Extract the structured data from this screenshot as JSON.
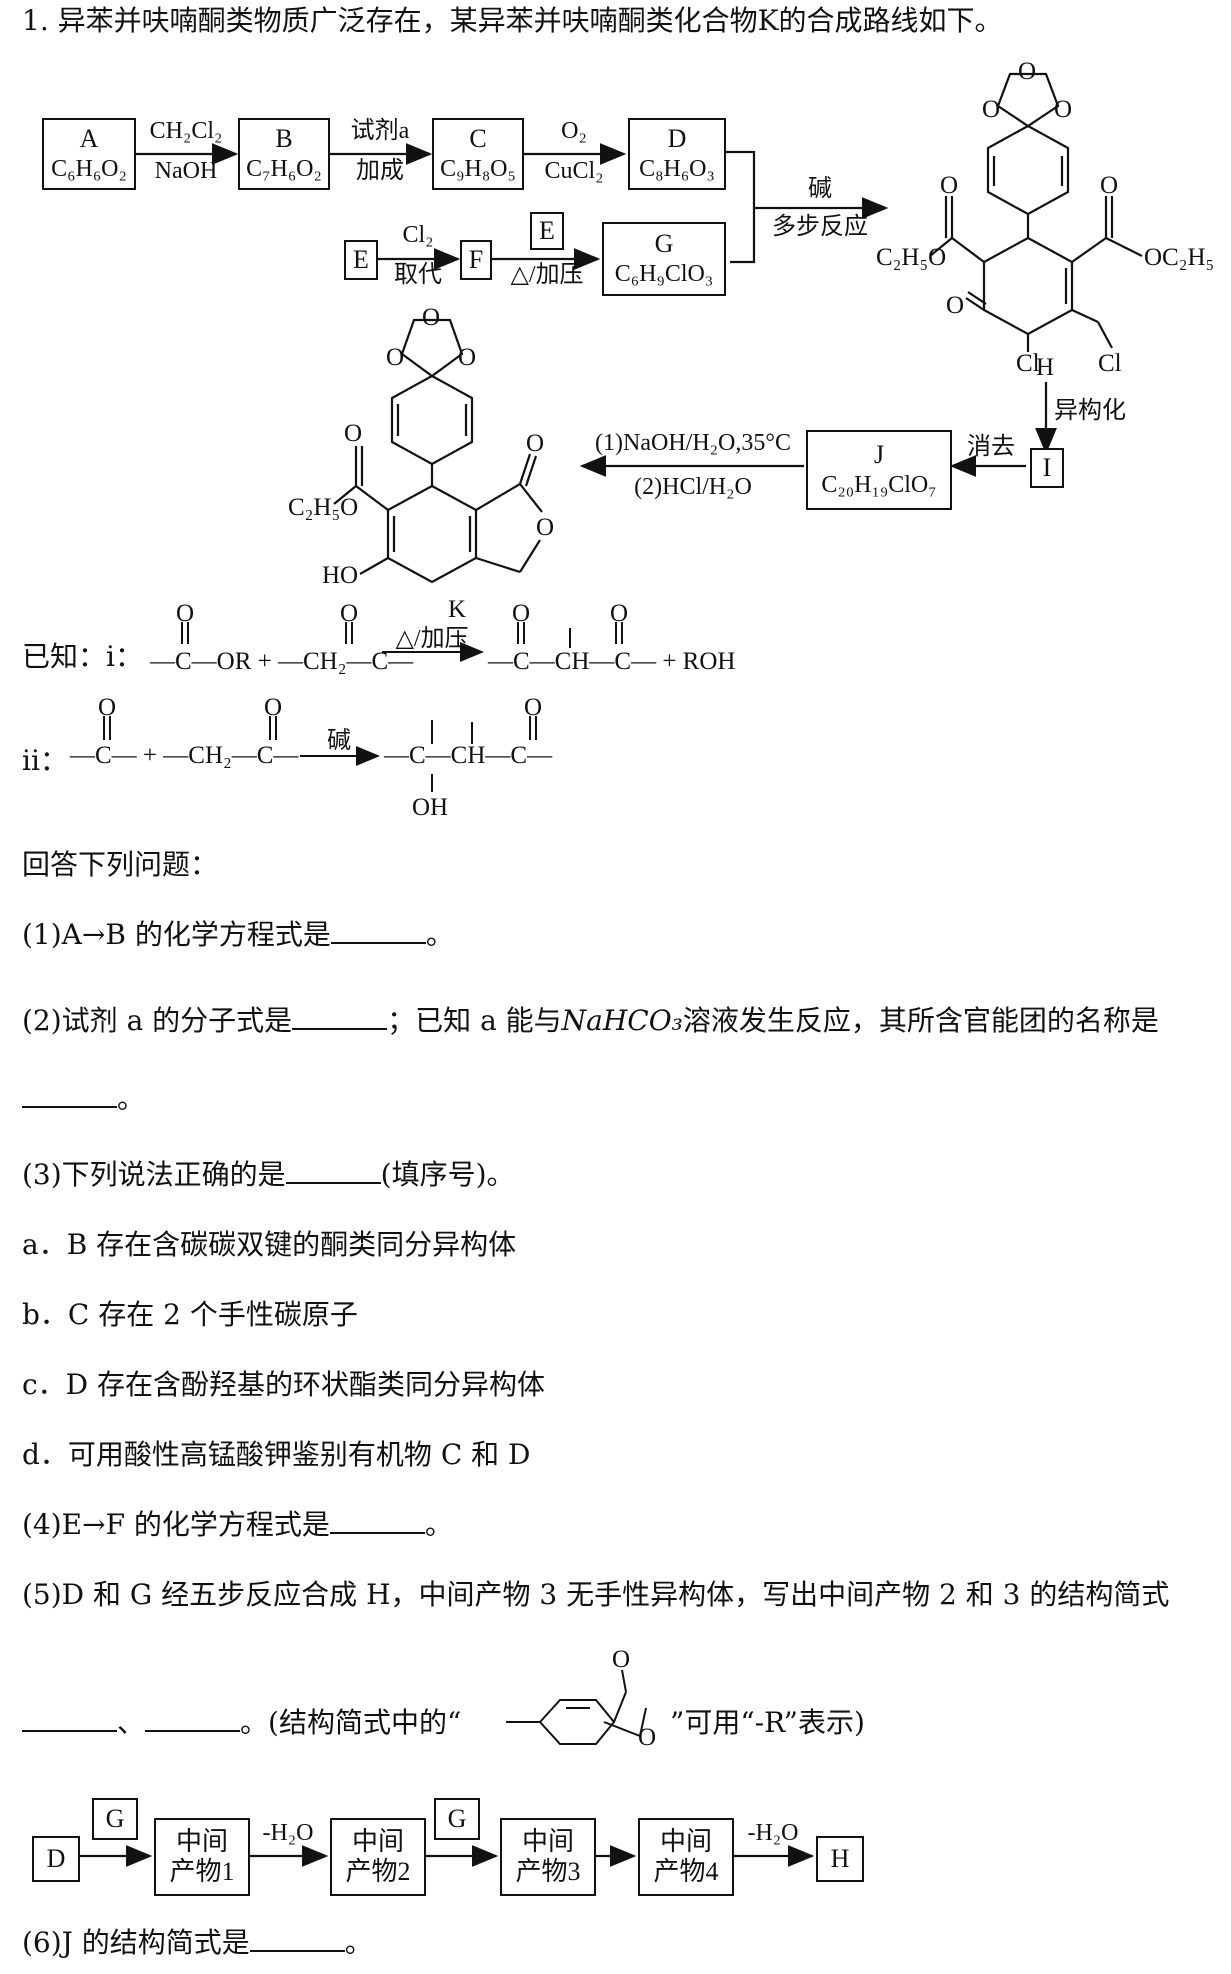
{
  "question": {
    "number": "1.",
    "intro": "异苯并呋喃酮类物质广泛存在，某异苯并呋喃酮类化合物K的合成路线如下。"
  },
  "route": {
    "A": {
      "name": "A",
      "formula": "C₆H₆O₂"
    },
    "B": {
      "name": "B",
      "formula": "C₇H₆O₂"
    },
    "C": {
      "name": "C",
      "formula": "C₉H₈O₅"
    },
    "D": {
      "name": "D",
      "formula": "C₈H₆O₃"
    },
    "E": {
      "name": "E"
    },
    "F": {
      "name": "F"
    },
    "E2": {
      "name": "E"
    },
    "G": {
      "name": "G",
      "formula": "C₆H₉ClO₃"
    },
    "I": {
      "name": "I"
    },
    "J": {
      "name": "J",
      "formula": "C₂₀H₁₉ClO₇"
    },
    "arrow_AB_top": "CH₂Cl₂",
    "arrow_AB_bottom": "NaOH",
    "arrow_BC_top": "试剂a",
    "arrow_BC_bottom": "加成",
    "arrow_CD_top": "O₂",
    "arrow_CD_bottom": "CuCl₂",
    "arrow_EF_top": "Cl₂",
    "arrow_EF_bottom": "取代",
    "arrow_FG_bottom": "△/加压",
    "arrow_H_top": "碱",
    "arrow_H_bottom": "多步反应",
    "arrow_HI": "异构化",
    "arrow_IJ": "消去",
    "arrow_JK_top": "(1)NaOH/H₂O,35°C",
    "arrow_JK_bottom": "(2)HCl/H₂O",
    "H_label": "H",
    "K_label": "K",
    "H_groups": {
      "left": "C₂H₅O",
      "right": "OC₂H₅",
      "cl1": "Cl",
      "cl2": "Cl",
      "o": "O",
      "o1": "O",
      "o2": "O",
      "ox1": "O",
      "ox2": "O"
    },
    "K_groups": {
      "left": "C₂H₅O",
      "ho": "HO",
      "o": "O",
      "ox1": "O",
      "ox2": "O",
      "o3": "O",
      "o4": "O"
    }
  },
  "known": {
    "label": "已知：i：",
    "i_left": "—C—OR + —CH₂—C—",
    "i_cond": "△/加压",
    "i_right": "—C—CH—C— + ROH",
    "ii_label": "ii：",
    "ii_left": "—C— + —CH₂—C—",
    "ii_cond": "碱",
    "ii_right": "—C—CH—C—",
    "ii_oh": "OH",
    "o": "O"
  },
  "answer_heading": "回答下列问题：",
  "q1": {
    "a": "(1)A→B 的化学方程式是",
    "b": "。"
  },
  "q2": {
    "a": "(2)试剂 a 的分子式是",
    "b": "；已知 a 能与",
    "c": "NaHCO₃",
    "d": "溶液发生反应，其所含官能团的名称是",
    "e": "。"
  },
  "q3": {
    "a": "(3)下列说法正确的是",
    "b": "(填序号)。"
  },
  "options": [
    "a．B 存在含碳碳双键的酮类同分异构体",
    "b．C 存在 2 个手性碳原子",
    "c．D 存在含酚羟基的环状酯类同分异构体",
    "d．可用酸性高锰酸钾鉴别有机物 C  和 D"
  ],
  "q4": {
    "a": "(4)E→F 的化学方程式是",
    "b": "。"
  },
  "q5": {
    "a": "(5)D 和 G 经五步反应合成 H，中间产物 3 无手性异构体，写出中间产物 2 和 3 的结构简式",
    "b": "、",
    "c": "。(结构简式中的“",
    "d": "”可用“-R”表示)",
    "o1": "O",
    "o2": "O"
  },
  "flow": {
    "D": "D",
    "G1": "G",
    "m1a": "中间",
    "m1b": "产物1",
    "h2o1": "-H₂O",
    "m2a": "中间",
    "m2b": "产物2",
    "G2": "G",
    "m3a": "中间",
    "m3b": "产物3",
    "m4a": "中间",
    "m4b": "产物4",
    "h2o2": "-H₂O",
    "H": "H"
  },
  "q6": {
    "a": "(6)J 的结构简式是",
    "b": "。"
  }
}
